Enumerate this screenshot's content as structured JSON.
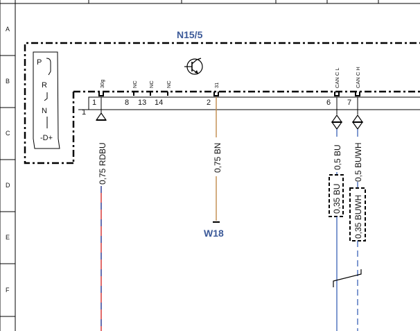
{
  "grid_rows": [
    "A",
    "B",
    "C",
    "D",
    "E",
    "F"
  ],
  "module": {
    "name": "N15/5",
    "selector_positions": [
      "P",
      "R",
      "N",
      "-D+"
    ],
    "side_marker": "1",
    "pins": [
      {
        "number": "1",
        "signal": "30g"
      },
      {
        "number": "8",
        "signal": "NC"
      },
      {
        "number": "13",
        "signal": "NC"
      },
      {
        "number": "14",
        "signal": "NC"
      },
      {
        "number": "2",
        "signal": "31"
      },
      {
        "number": "6",
        "signal": "CAN C L"
      },
      {
        "number": "7",
        "signal": "CAN C H"
      }
    ]
  },
  "wires": [
    {
      "label": "0,75 RDBU",
      "color": "#d42a2a",
      "stripe": "#2a55b0"
    },
    {
      "label": "0,75 BN",
      "color": "#c08a4a"
    },
    {
      "label": "0,5 BU",
      "color": "#2a55b0"
    },
    {
      "label": "0,5 BUWH",
      "color": "#2a55b0"
    },
    {
      "label": "0,35 BU",
      "color": "#2a55b0"
    },
    {
      "label": "0,35 BUWH",
      "color": "#2a55b0"
    }
  ],
  "ground": {
    "name": "W18"
  },
  "colors": {
    "accent": "#3b5998"
  }
}
